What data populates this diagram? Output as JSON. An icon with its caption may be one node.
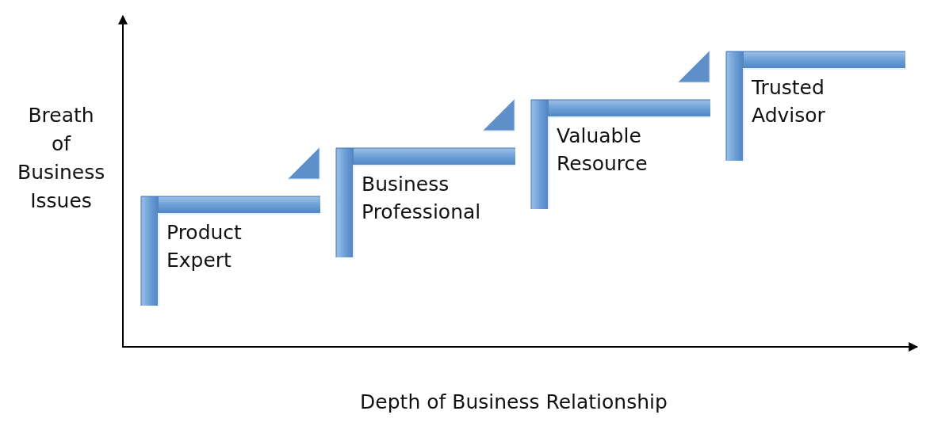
{
  "diagram": {
    "nodes": [
      {
        "text": [
          "Product Expert"
        ]
      },
      {
        "text": [
          "Business Professional"
        ]
      },
      {
        "text": [
          "Valuable Resource"
        ]
      },
      {
        "text": [
          "Trusted Advisor"
        ]
      }
    ],
    "labels": [
      "Breath of Business Issues",
      "Depth of Business Relationship"
    ]
  }
}
